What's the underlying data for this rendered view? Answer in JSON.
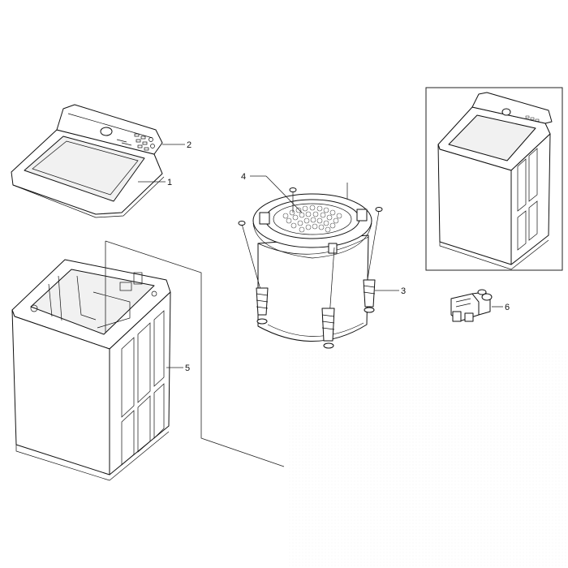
{
  "diagram": {
    "callouts": [
      {
        "id": "1",
        "part": "top-cover"
      },
      {
        "id": "2",
        "part": "control-panel"
      },
      {
        "id": "3",
        "part": "tub-assembly"
      },
      {
        "id": "4",
        "part": "tub-cover"
      },
      {
        "id": "5",
        "part": "cabinet"
      },
      {
        "id": "6",
        "part": "water-valve"
      }
    ]
  }
}
